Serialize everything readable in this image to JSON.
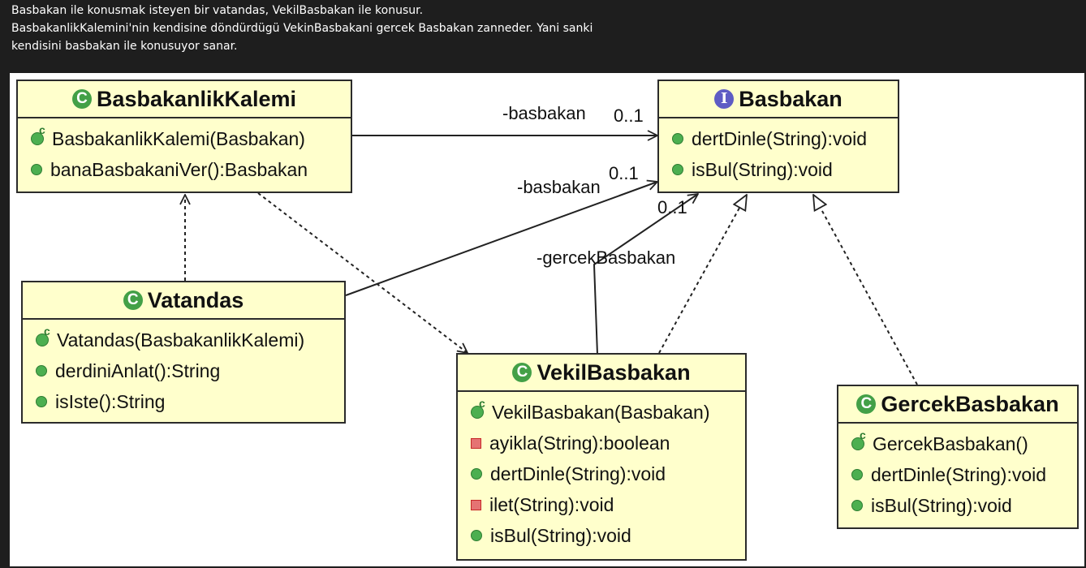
{
  "header": {
    "line1": "Basbakan ile konusmak isteyen bir vatandas, VekilBasbakan ile konusur.",
    "line2": "BasbakanlikKalemini'nin kendisine döndürdügü VekinBasbakani gercek Basbakan zanneder. Yani sanki",
    "line3": "kendisini basbakan ile konusuyor sanar."
  },
  "classes": {
    "kalem": {
      "icon": "C",
      "name": "BasbakanlikKalemi",
      "members": [
        "BasbakanlikKalemi(Basbakan)",
        "banaBasbakaniVer():Basbakan"
      ]
    },
    "basbakan": {
      "icon": "I",
      "name": "Basbakan",
      "members": [
        "dertDinle(String):void",
        "isBul(String):void"
      ]
    },
    "vatandas": {
      "icon": "C",
      "name": "Vatandas",
      "members": [
        "Vatandas(BasbakanlikKalemi)",
        "derdiniAnlat():String",
        "isIste():String"
      ]
    },
    "vekil": {
      "icon": "C",
      "name": "VekilBasbakan",
      "members": [
        "VekilBasbakan(Basbakan)",
        "ayikla(String):boolean",
        "dertDinle(String):void",
        "ilet(String):void",
        "isBul(String):void"
      ]
    },
    "gercek": {
      "icon": "C",
      "name": "GercekBasbakan",
      "members": [
        "GercekBasbakan()",
        "dertDinle(String):void",
        "isBul(String):void"
      ]
    }
  },
  "edge_labels": {
    "kalem_role": "-basbakan",
    "kalem_mult": "0..1",
    "vatandas_role": "-basbakan",
    "vatandas_mult": "0..1",
    "vekil_role": "-gercekBasbakan",
    "vekil_mult": "0..1"
  },
  "colors": {
    "class_fill": "#ffffcc",
    "border": "#2b2b2b",
    "class_icon": "#43a047",
    "interface_icon": "#5e5cc4",
    "private_member": "#e57373"
  }
}
